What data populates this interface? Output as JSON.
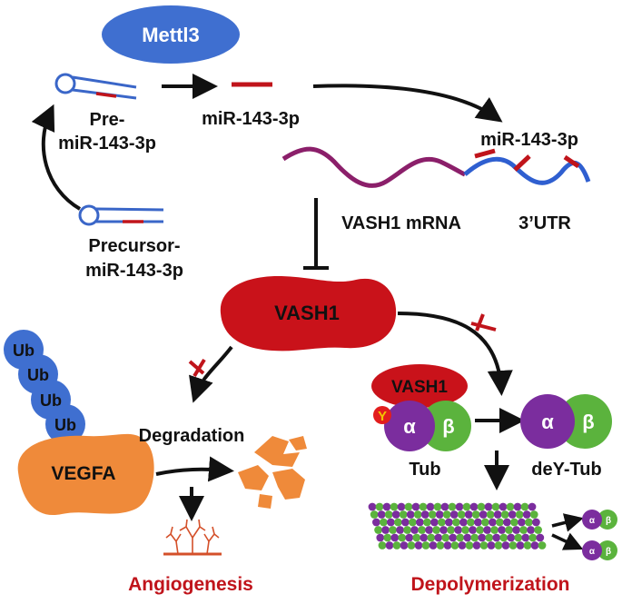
{
  "labels": {
    "mettl3": "Mettl3",
    "pre_line1": "Pre-",
    "pre_line2": "miR-143-3p",
    "mature_mirna": "miR-143-3p",
    "mirna_on_utr": "miR-143-3p",
    "precursor_line1": "Precursor-",
    "precursor_line2": "miR-143-3p",
    "vash1_mrna": "VASH1 mRNA",
    "utr": "3’UTR",
    "vash1_protein": "VASH1",
    "vash1_bound": "VASH1",
    "ub": "Ub",
    "vegfa": "VEGFA",
    "degradation": "Degradation",
    "tyrosine": "Y",
    "alpha": "α",
    "beta": "β",
    "tub": "Tub",
    "dey_tub": "deY-Tub",
    "angiogenesis": "Angiogenesis",
    "depolymerization": "Depolymerization"
  },
  "colors": {
    "mettl3": "#3f6fd0",
    "rna_blue": "#3a66c8",
    "mirna_red": "#c0141b",
    "mrna_purple": "#8b1f6a",
    "vash1": "#c9121a",
    "ub": "#3f6fd0",
    "vegfa": "#ef8a3a",
    "alpha": "#7b2d9e",
    "beta": "#5bb33d",
    "outcome_text": "#c0141b",
    "arrow": "#111111"
  }
}
